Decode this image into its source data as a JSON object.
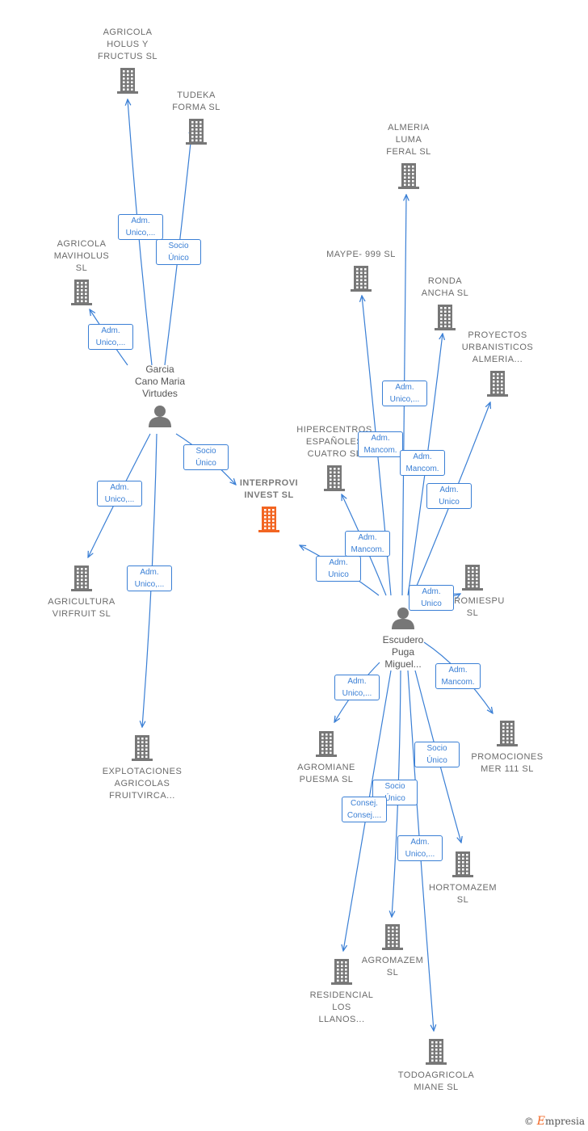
{
  "colors": {
    "edge": "#3a7fd5",
    "company": "#777777",
    "focus": "#f26522",
    "person": "#777777"
  },
  "nodes": [
    {
      "id": "holus",
      "label": "AGRICOLA\nHOLUS Y\nFRUCTUS  SL",
      "icon": "building-icon"
    },
    {
      "id": "tudeka",
      "label": "TUDEKA\nFORMA  SL",
      "icon": "building-icon"
    },
    {
      "id": "maviholus",
      "label": "AGRICOLA\nMAVIHOLUS\nSL",
      "icon": "building-icon"
    },
    {
      "id": "garcia",
      "label": "Garcia\nCano Maria\nVirtudes",
      "icon": "person-icon"
    },
    {
      "id": "interprovi",
      "label": "INTERPROVI\nINVEST  SL",
      "icon": "building-icon"
    },
    {
      "id": "virfruit",
      "label": "AGRICULTURA\nVIRFRUIT  SL",
      "icon": "building-icon"
    },
    {
      "id": "fruitvirca",
      "label": "EXPLOTACIONES\nAGRICOLAS\nFRUITVIRCA...",
      "icon": "building-icon"
    },
    {
      "id": "almeria_luma",
      "label": "ALMERIA\nLUMA\nFERAL  SL",
      "icon": "building-icon"
    },
    {
      "id": "maype",
      "label": "MAYPE- 999 SL",
      "icon": "building-icon"
    },
    {
      "id": "ronda",
      "label": "RONDA\nANCHA SL",
      "icon": "building-icon"
    },
    {
      "id": "proyectos",
      "label": "PROYECTOS\nURBANISTICOS\nALMERIA...",
      "icon": "building-icon"
    },
    {
      "id": "hipercentros",
      "label": "HIPERCENTROS\nESPAÑOLES\nCUATRO SL",
      "icon": "building-icon"
    },
    {
      "id": "agromiespu",
      "label": "AGROMIESPU\nSL",
      "icon": "building-icon"
    },
    {
      "id": "escudero",
      "label": "Escudero\nPuga\nMiguel...",
      "icon": "person-icon"
    },
    {
      "id": "puesma",
      "label": "AGROMIANE\nPUESMA  SL",
      "icon": "building-icon"
    },
    {
      "id": "promociones",
      "label": "PROMOCIONES\nMER 111 SL",
      "icon": "building-icon"
    },
    {
      "id": "hortomazem",
      "label": "HORTOMAZEM\nSL",
      "icon": "building-icon"
    },
    {
      "id": "agromazem",
      "label": "AGROMAZEM\nSL",
      "icon": "building-icon"
    },
    {
      "id": "residencial",
      "label": "RESIDENCIAL\nLOS\nLLANOS...",
      "icon": "building-icon"
    },
    {
      "id": "todoagricola",
      "label": "TODOAGRICOLA\nMIANE  SL",
      "icon": "building-icon"
    }
  ],
  "edges": [
    {
      "from": "garcia",
      "to": "holus",
      "label": "Adm.\nUnico,..."
    },
    {
      "from": "garcia",
      "to": "tudeka",
      "label": "Socio\nÚnico"
    },
    {
      "from": "garcia",
      "to": "maviholus",
      "label": "Adm.\nUnico,..."
    },
    {
      "from": "garcia",
      "to": "interprovi",
      "label": "Socio\nÚnico"
    },
    {
      "from": "garcia",
      "to": "virfruit",
      "label": "Adm.\nUnico,..."
    },
    {
      "from": "garcia",
      "to": "fruitvirca",
      "label": "Adm.\nUnico,..."
    },
    {
      "from": "escudero",
      "to": "almeria_luma",
      "label": "Adm.\nUnico,..."
    },
    {
      "from": "escudero",
      "to": "maype",
      "label": "Adm.\nMancom."
    },
    {
      "from": "escudero",
      "to": "ronda",
      "label": "Adm.\nMancom."
    },
    {
      "from": "escudero",
      "to": "proyectos",
      "label": "Adm.\nUnico"
    },
    {
      "from": "escudero",
      "to": "hipercentros",
      "label": "Adm.\nMancom."
    },
    {
      "from": "escudero",
      "to": "interprovi",
      "label": "Adm.\nUnico"
    },
    {
      "from": "escudero",
      "to": "agromiespu",
      "label": "Adm.\nUnico"
    },
    {
      "from": "escudero",
      "to": "puesma",
      "label": "Adm.\nUnico,..."
    },
    {
      "from": "escudero",
      "to": "promociones",
      "label": "Adm.\nMancom."
    },
    {
      "from": "escudero",
      "to": "hortomazem",
      "label": "Socio\nÚnico"
    },
    {
      "from": "escudero",
      "to": "agromazem",
      "label": "Socio\nÚnico"
    },
    {
      "from": "escudero",
      "to": "residencial",
      "label": "Consej.\nConsej...."
    },
    {
      "from": "escudero",
      "to": "todoagricola",
      "label": "Adm.\nUnico,..."
    }
  ],
  "brand": {
    "symbol": "©",
    "name": "mpresia",
    "initial": "E"
  }
}
